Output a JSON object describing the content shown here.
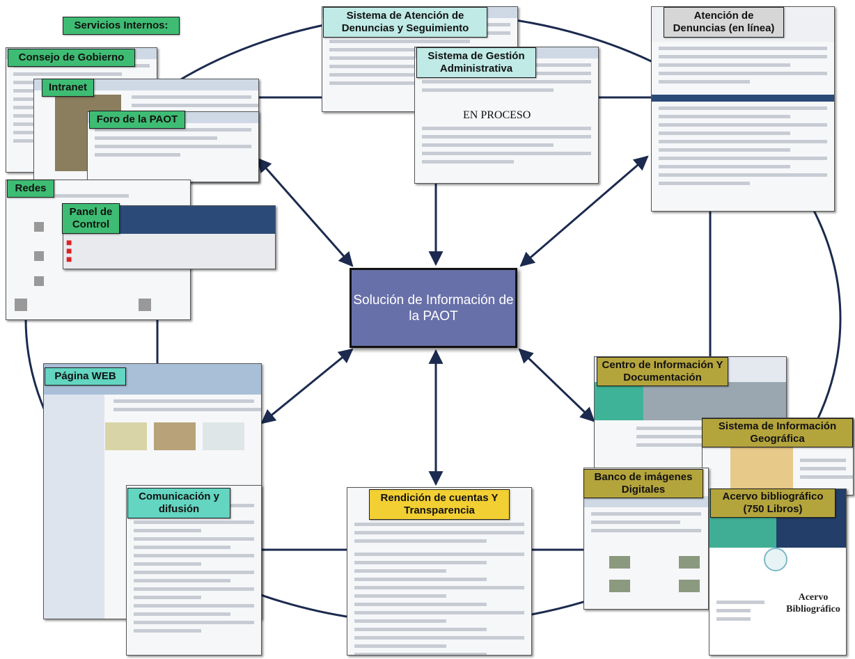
{
  "title": "Servicios Internos:",
  "center": {
    "label": "Solución de Información de la PAOT"
  },
  "labels": {
    "consejo": "Consejo de Gobierno",
    "intranet": "Intranet",
    "foro": "Foro de la PAOT",
    "redes": "Redes",
    "panel": "Panel de Control",
    "sistema_atencion": "Sistema de Atención de Denuncias y Seguimiento",
    "sistema_gestion": "Sistema de Gestión Administrativa",
    "atencion_denuncias": "Atención de Denuncias (en línea)",
    "pagina_web": "Página WEB",
    "comunicacion": "Comunicación y difusión",
    "rendicion": "Rendición de cuentas Y Transparencia",
    "centro_info": "Centro de Información Y Documentación",
    "sig": "Sistema de Información Geográfica",
    "banco": "Banco de imágenes Digitales",
    "acervo": "Acervo bibliográfico (750 Libros)"
  },
  "screenshot_text": {
    "en_proceso": "EN PROCESO",
    "acervo_cover": "Acervo Bibliográfico"
  },
  "colors": {
    "center_fill": "#6870a9",
    "label_green": "#3ebc73",
    "label_cyan": "#bfeae6",
    "label_teal": "#63d5c1",
    "label_grey": "#d6d6d6",
    "label_olive": "#b4a43c",
    "label_yellow": "#f2cf32",
    "connector": "#1b2a4e"
  }
}
